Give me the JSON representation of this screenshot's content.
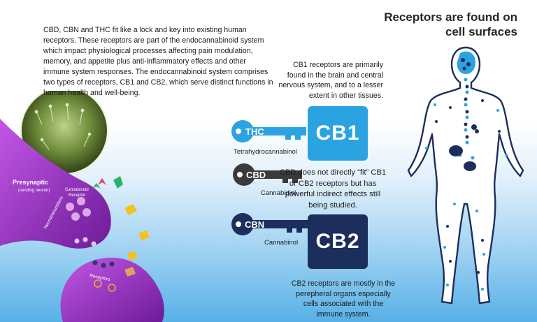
{
  "intro_text": "CBD, CBN and THC fit like a lock and key into existing human receptors. These receptors are part of the endocannabinoid system which impact physiological processes affecting pain modulation, memory, and appetite plus anti-inflammatory effects and other immune system responses. The endocannabinoid system comprises two types of receptors, CB1 and CB2, which serve distinct functions in human health and well-being.",
  "title": "Receptors are found on cell surfaces",
  "cb1": {
    "label": "CB1",
    "description": "CB1 receptors are primarily found in the brain and central nervous system, and to a lesser extent in other tissues.",
    "color": "#2ba3e0"
  },
  "cb2": {
    "label": "CB2",
    "description": "CB2 receptors are mostly in the perepheral organs especially cells associated with the immune system.",
    "color": "#1c2e5c"
  },
  "cbd_note": "CBD does not directly “fit” CB1 or CB2 receptors but has powerful indirect effects still being studied.",
  "keys": {
    "thc": {
      "label": "THC",
      "name": "Tetrahydrocannabinol",
      "color": "#2ba3e0"
    },
    "cbd": {
      "label": "CBD",
      "name": "Cannabidiol",
      "color": "#3a3a3a"
    },
    "cbn": {
      "label": "CBN",
      "name": "Cannabinol",
      "color": "#1c2e5c"
    }
  },
  "synapse": {
    "presynaptic": "Presynaptic",
    "sending_neuron": "(sending neuron)",
    "cannabinoid_receptor_line1": "Cannabinoid",
    "cannabinoid_receptor_line2": "Receptor",
    "neurotransmitters": "Neurotransmitters",
    "receptors": "Receptors"
  }
}
